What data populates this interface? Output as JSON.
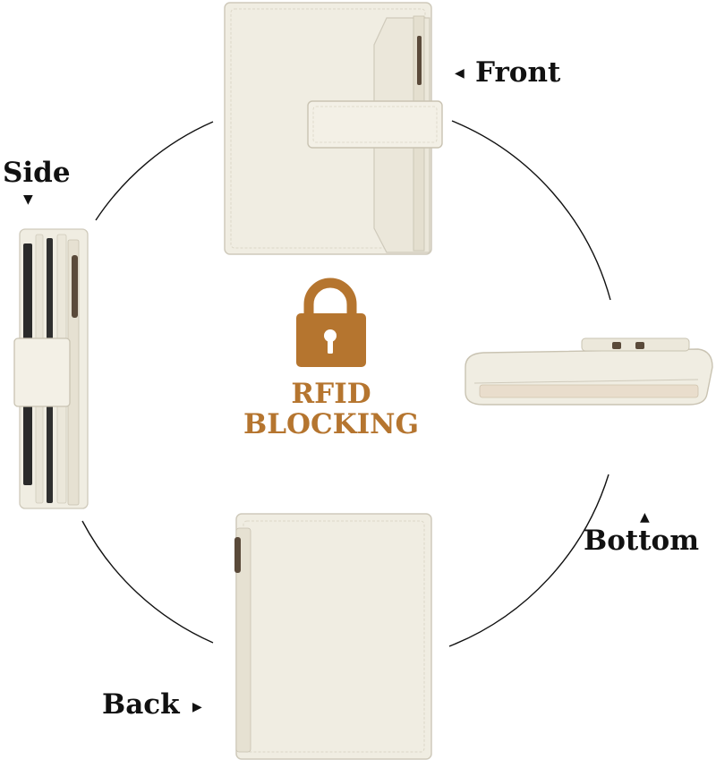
{
  "labels": {
    "front": "Front",
    "side": "Side",
    "bottom": "Bottom",
    "back": "Back"
  },
  "rfid": {
    "line1": "RFID",
    "line2": "BLOCKING"
  },
  "icons": {
    "lock": "padlock-icon",
    "arrow": "triangle-arrow"
  },
  "colors": {
    "accent": "#b5752f",
    "wallet": "#f1eee3",
    "text": "#111111",
    "circle": "#111111"
  }
}
